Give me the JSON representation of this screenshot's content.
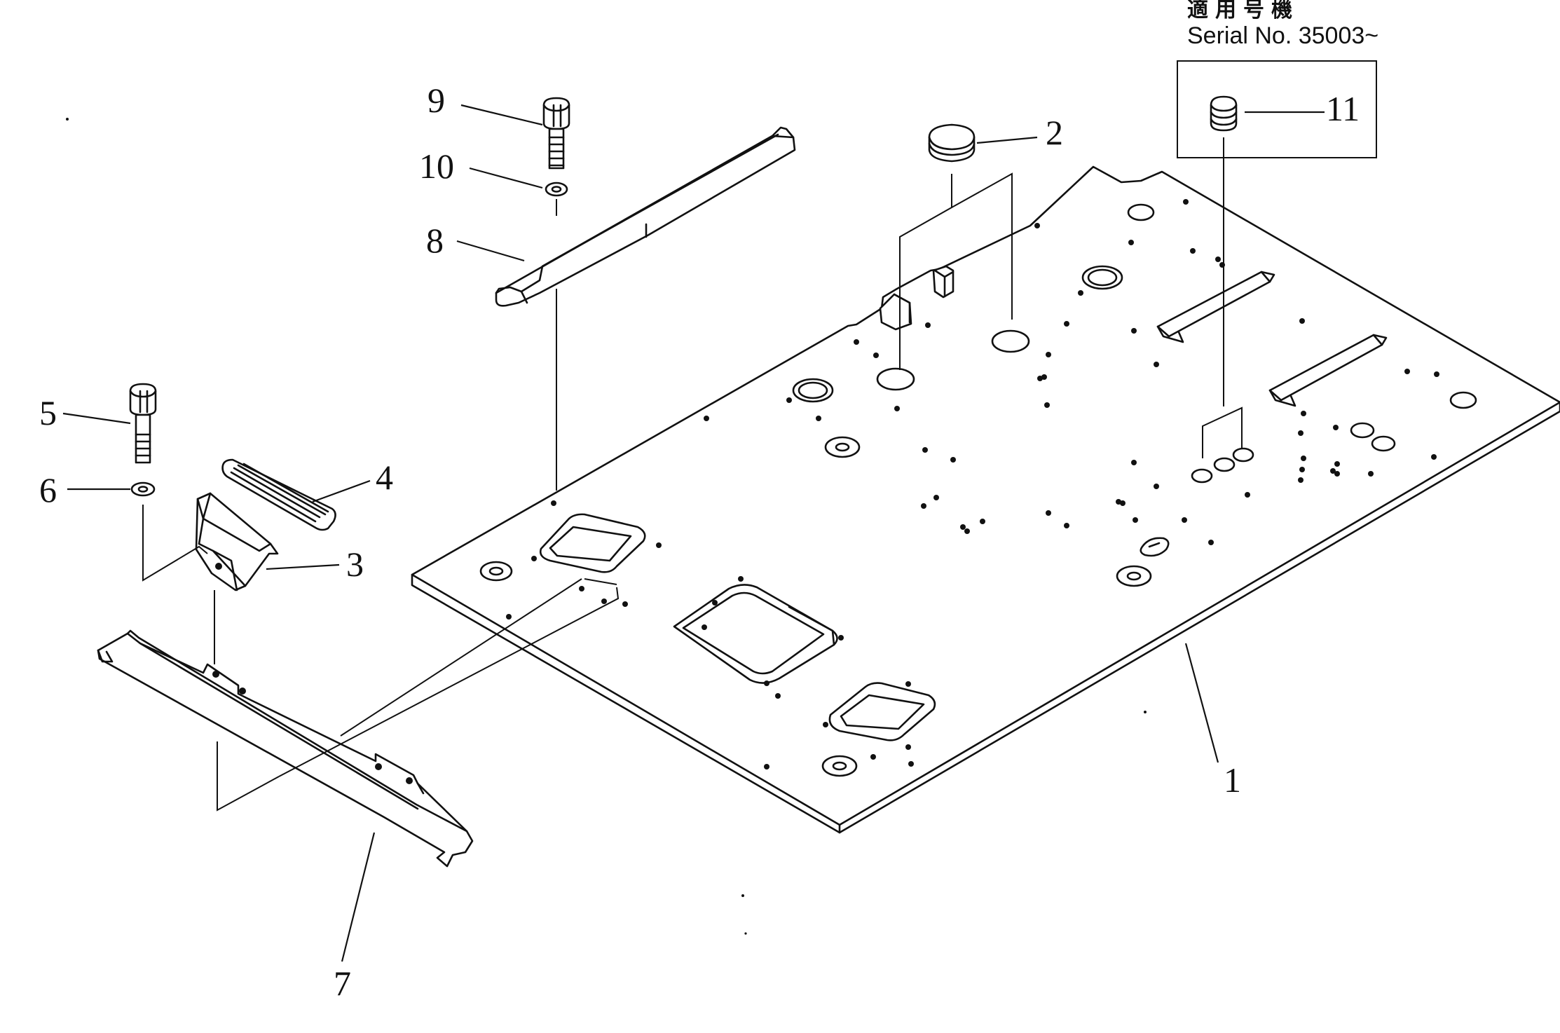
{
  "header": {
    "applicable_label_ja": "適用号機",
    "serial_label": "Serial  No.  35003~"
  },
  "callouts": {
    "c1": "1",
    "c2": "2",
    "c3": "3",
    "c4": "4",
    "c5": "5",
    "c6": "6",
    "c7": "7",
    "c8": "8",
    "c9": "9",
    "c10": "10",
    "c11": "11"
  }
}
